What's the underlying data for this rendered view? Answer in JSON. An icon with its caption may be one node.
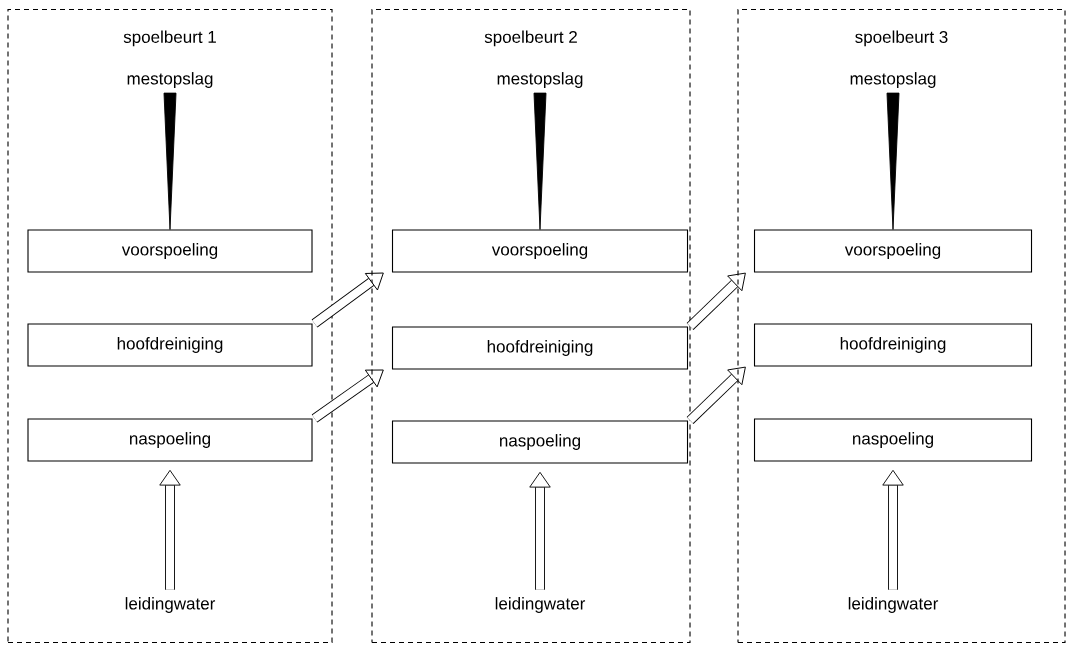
{
  "diagram": {
    "nodes": [
      {
        "text": [
          "spoelbeurt 1"
        ]
      },
      {
        "text": [
          "mestopslag"
        ],
        "in": 0
      },
      {
        "text": [
          "voorspoeling"
        ],
        "in": 0
      },
      {
        "text": [
          "hoofdreiniging"
        ],
        "in": 0
      },
      {
        "text": [
          "naspoeling"
        ],
        "in": 0
      },
      {
        "text": [
          "leidingwater"
        ],
        "in": 0
      },
      {
        "text": [
          "spoelbeurt 2"
        ]
      },
      {
        "text": [
          "mestopslag"
        ],
        "in": 6
      },
      {
        "text": [
          "voorspoeling"
        ],
        "in": 6
      },
      {
        "text": [
          "hoofdreiniging"
        ],
        "in": 6
      },
      {
        "text": [
          "naspoeling"
        ],
        "in": 6
      },
      {
        "text": [
          "leidingwater"
        ],
        "in": 6
      },
      {
        "text": [
          "spoelbeurt 3"
        ]
      },
      {
        "text": [
          "mestopslag"
        ],
        "in": 12
      },
      {
        "text": [
          "voorspoeling"
        ],
        "in": 12
      },
      {
        "text": [
          "hoofdreiniging"
        ],
        "in": 12
      },
      {
        "text": [
          "naspoeling"
        ],
        "in": 12
      },
      {
        "text": [
          "leidingwater"
        ],
        "in": 12
      }
    ],
    "edges": [
      {
        "from": 1,
        "to": 2,
        "arrow": "to"
      },
      {
        "from": 5,
        "to": 4,
        "arrow": "to"
      },
      {
        "from": 7,
        "to": 8,
        "arrow": "to"
      },
      {
        "from": 11,
        "to": 10,
        "arrow": "to"
      },
      {
        "from": 13,
        "to": 14,
        "arrow": "to"
      },
      {
        "from": 17,
        "to": 16,
        "arrow": "to"
      },
      {
        "from": 3,
        "to": 8,
        "arrow": "to"
      },
      {
        "from": 4,
        "to": 9,
        "arrow": "to"
      },
      {
        "from": 9,
        "to": 14,
        "arrow": "to"
      },
      {
        "from": 10,
        "to": 15,
        "arrow": "to"
      }
    ]
  }
}
